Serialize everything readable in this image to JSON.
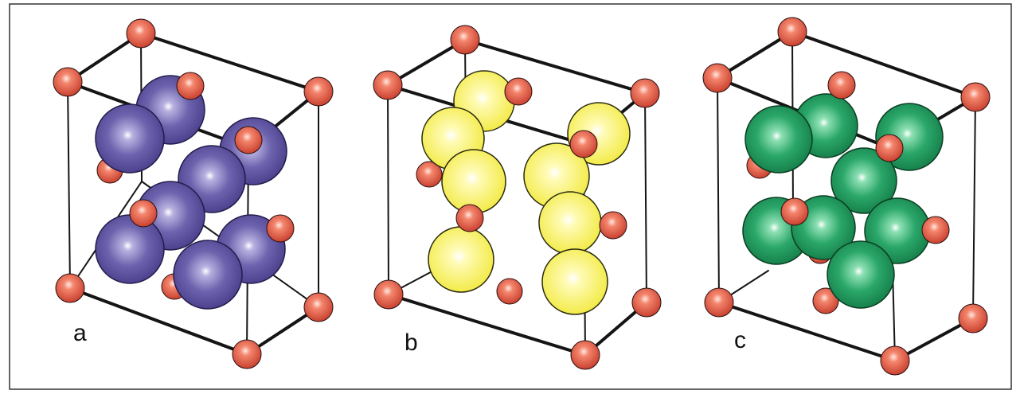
{
  "figure": {
    "panels": [
      {
        "label": "a",
        "sphere_color": "#5a509c"
      },
      {
        "label": "b",
        "sphere_color": "#f6f04a"
      },
      {
        "label": "c",
        "sphere_color": "#1e9a5a"
      }
    ],
    "small_atom_color": "#e0614a",
    "frame_color": "#151515"
  }
}
